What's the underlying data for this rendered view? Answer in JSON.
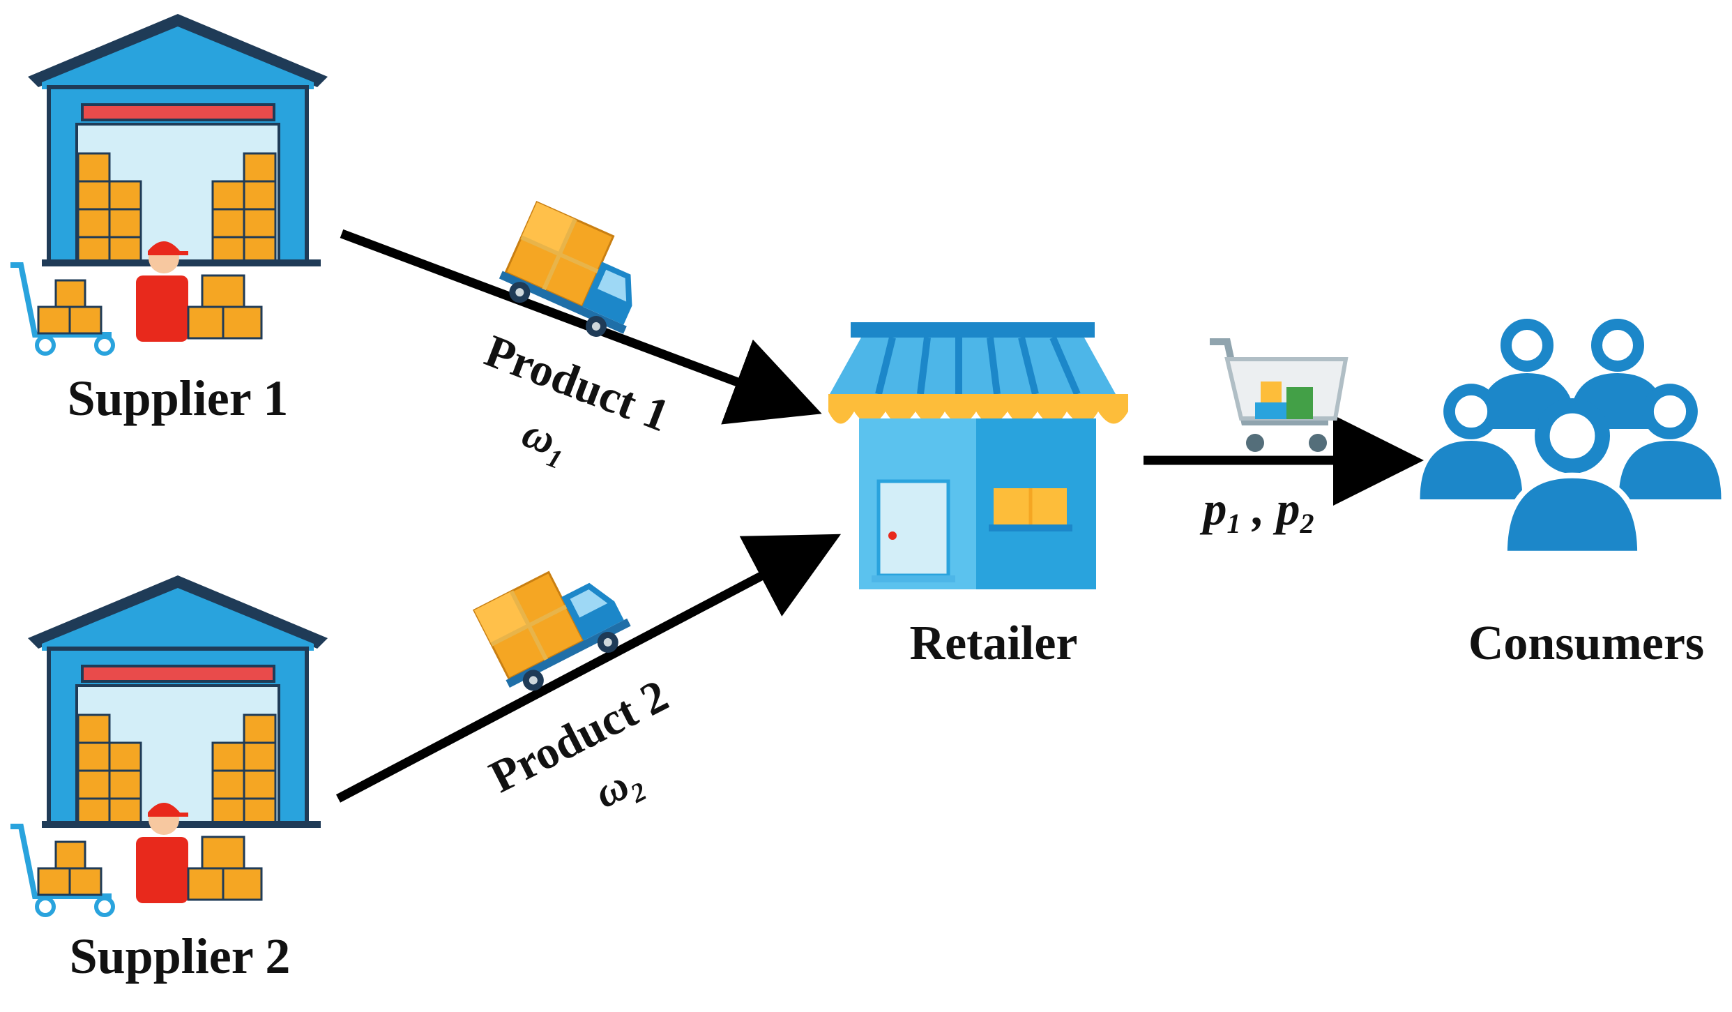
{
  "nodes": {
    "supplier_1": {
      "label": "Supplier 1"
    },
    "supplier_2": {
      "label": "Supplier 2"
    },
    "retailer": {
      "label": "Retailer"
    },
    "consumers": {
      "label": "Consumers"
    }
  },
  "edges": {
    "supplier1_to_retailer": {
      "label": "Product 1",
      "symbol": "ω",
      "subscript": "1"
    },
    "supplier2_to_retailer": {
      "label": "Product 2",
      "symbol": "ω",
      "subscript": "2"
    },
    "retailer_to_consumers": {
      "symbol_a": "p",
      "subscript_a": "1",
      "separator": " , ",
      "symbol_b": "p",
      "subscript_b": "2"
    }
  },
  "icons": {
    "supplier_1": "warehouse-icon",
    "supplier_2": "warehouse-icon",
    "truck_1": "delivery-truck-icon",
    "truck_2": "delivery-truck-icon",
    "retailer": "store-icon",
    "cart": "shopping-cart-icon",
    "consumers": "people-group-icon"
  },
  "colors": {
    "warehouse_blue": "#29A3DD",
    "warehouse_dark": "#1F3B57",
    "box_orange": "#F5A623",
    "worker_red": "#E8291C",
    "store_blue": "#5BC2EE",
    "awning_yellow": "#FDBD3A",
    "people_blue": "#1C87C9",
    "arrow": "#000000"
  }
}
